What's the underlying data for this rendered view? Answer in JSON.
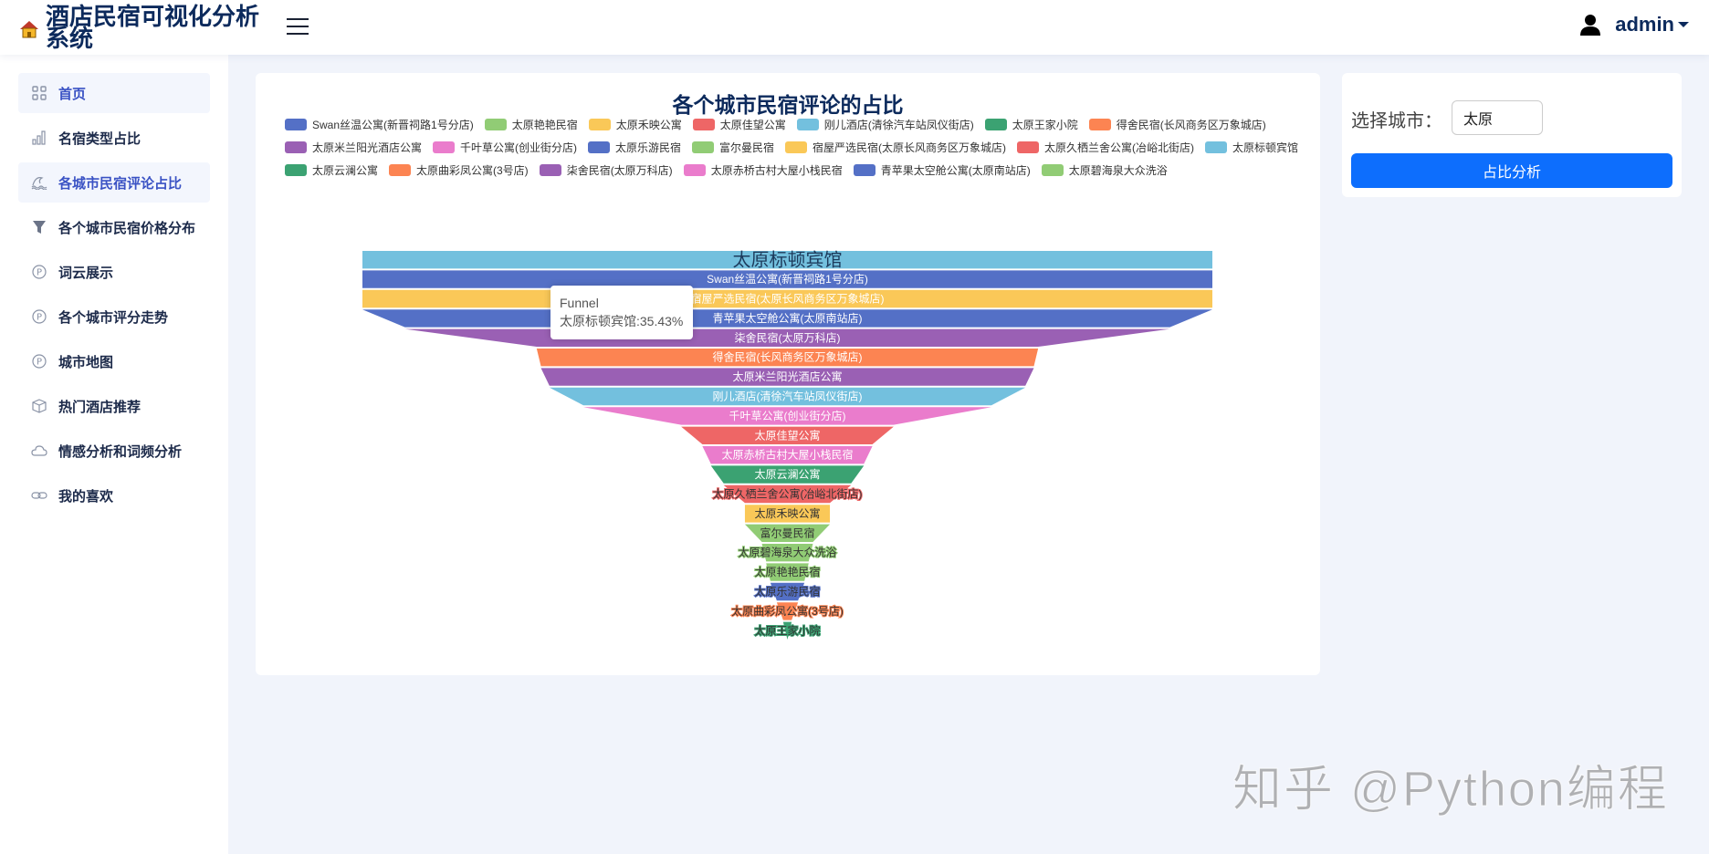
{
  "header": {
    "title": "酒店民宿可视化分析系统",
    "user": "admin"
  },
  "sidebar": {
    "items": [
      {
        "label": "首页",
        "icon": "grid-icon",
        "active": true
      },
      {
        "label": "名宿类型占比",
        "icon": "bar-chart-icon"
      },
      {
        "label": "各城市民宿评论占比",
        "icon": "wave-icon",
        "active": true
      },
      {
        "label": "各个城市民宿价格分布",
        "icon": "filter-icon"
      },
      {
        "label": "词云展示",
        "icon": "p-circle-icon"
      },
      {
        "label": "各个城市评分走势",
        "icon": "p-circle-icon"
      },
      {
        "label": "城市地图",
        "icon": "p-circle-icon"
      },
      {
        "label": "热门酒店推荐",
        "icon": "box-icon"
      },
      {
        "label": "情感分析和词频分析",
        "icon": "cloud-icon"
      },
      {
        "label": "我的喜欢",
        "icon": "link-icon"
      }
    ]
  },
  "form": {
    "city_label": "选择城市：",
    "city_value": "太原",
    "button": "占比分析"
  },
  "tooltip": {
    "series": "Funnel",
    "text": "太原标顿宾馆:35.43%"
  },
  "watermark": "知乎 @Python编程",
  "palette": [
    "#5470c6",
    "#91cc75",
    "#fac858",
    "#ee6666",
    "#73c0de",
    "#3ba272",
    "#fc8452",
    "#9a60b4",
    "#ea7ccc"
  ],
  "chart_data": {
    "type": "funnel",
    "title": "各个城市民宿评论的占比",
    "series_name": "Funnel",
    "unit": "%",
    "max": 6,
    "legend": [
      "Swan丝温公寓(新晋祠路1号分店)",
      "太原艳艳民宿",
      "太原禾映公寓",
      "太原佳望公寓",
      "刚儿酒店(清徐汽车站凤仪街店)",
      "太原王家小院",
      "得舍民宿(长风商务区万象城店)",
      "太原米兰阳光酒店公寓",
      "千叶草公寓(创业街分店)",
      "太原乐游民宿",
      "富尔曼民宿",
      "宿屋严选民宿(太原长风商务区万象城店)",
      "太原久栖兰舍公寓(冶峪北街店)",
      "太原标顿宾馆",
      "太原云澜公寓",
      "太原曲彩凤公寓(3号店)",
      "柒舍民宿(太原万科店)",
      "太原赤桥古村大屋小栈民宿",
      "青苹果太空舱公寓(太原南站店)",
      "太原碧海泉大众洗浴"
    ],
    "data": [
      {
        "name": "太原标顿宾馆",
        "value": 35.43
      },
      {
        "name": "Swan丝温公寓(新晋祠路1号分店)",
        "value": 17.0
      },
      {
        "name": "宿屋严选民宿(太原长风商务区万象城店)",
        "value": 15.72
      },
      {
        "name": "青苹果太空舱公寓(太原南站店)",
        "value": 6.2
      },
      {
        "name": "柒舍民宿(太原万科店)",
        "value": 5.4
      },
      {
        "name": "得舍民宿(长风商务区万象城店)",
        "value": 3.54
      },
      {
        "name": "太原米兰阳光酒店公寓",
        "value": 3.48
      },
      {
        "name": "刚儿酒店(清徐汽车站凤仪街店)",
        "value": 3.36
      },
      {
        "name": "千叶草公寓(创业街分店)",
        "value": 2.88
      },
      {
        "name": "太原佳望公寓",
        "value": 1.5
      },
      {
        "name": "太原赤桥古村大屋小栈民宿",
        "value": 1.2
      },
      {
        "name": "太原云澜公寓",
        "value": 1.08
      },
      {
        "name": "太原久栖兰舍公寓(冶峪北街店)",
        "value": 0.9
      },
      {
        "name": "太原禾映公寓",
        "value": 0.6
      },
      {
        "name": "富尔曼民宿",
        "value": 0.6
      },
      {
        "name": "太原碧海泉大众洗浴",
        "value": 0.36
      },
      {
        "name": "太原艳艳民宿",
        "value": 0.3
      },
      {
        "name": "太原乐游民宿",
        "value": 0.24
      },
      {
        "name": "太原曲彩凤公寓(3号店)",
        "value": 0.15
      },
      {
        "name": "太原王家小院",
        "value": 0.06
      }
    ],
    "highlighted": "太原标顿宾馆"
  }
}
